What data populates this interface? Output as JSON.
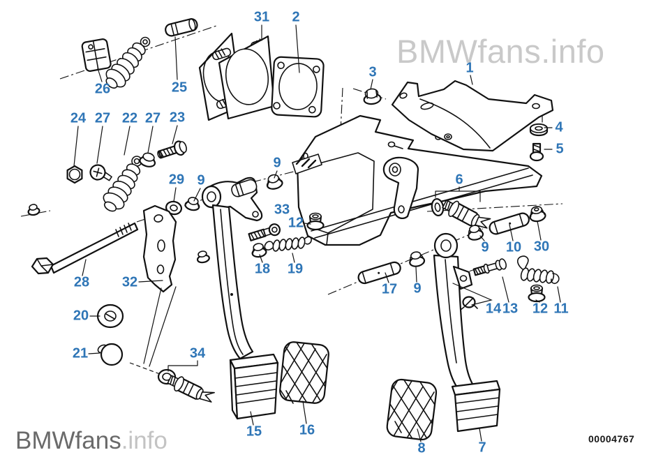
{
  "diagram": {
    "watermark_text": "BMWfans.info",
    "logo_text": "BMWfans",
    "logo_suffix": ".info",
    "image_code": "00004767"
  },
  "colors": {
    "label_blue": "#2e75b6",
    "watermark_gray": "#c9c9c9",
    "logo_dark_gray": "#6a6a6a",
    "logo_light_gray": "#c3c3c3",
    "line_color": "#111111",
    "background": "#ffffff"
  },
  "labels": [
    {
      "id": "31",
      "text": "31"
    },
    {
      "id": "2",
      "text": "2"
    },
    {
      "id": "1",
      "text": "1"
    },
    {
      "id": "3",
      "text": "3"
    },
    {
      "id": "26",
      "text": "26"
    },
    {
      "id": "25",
      "text": "25"
    },
    {
      "id": "24",
      "text": "24"
    },
    {
      "id": "27-left",
      "text": "27"
    },
    {
      "id": "22",
      "text": "22"
    },
    {
      "id": "27-right",
      "text": "27"
    },
    {
      "id": "23",
      "text": "23"
    },
    {
      "id": "4",
      "text": "4"
    },
    {
      "id": "5",
      "text": "5"
    },
    {
      "id": "9-clutch-boss",
      "text": "9"
    },
    {
      "id": "29",
      "text": "29"
    },
    {
      "id": "9-washer",
      "text": "9"
    },
    {
      "id": "6",
      "text": "6"
    },
    {
      "id": "33",
      "text": "33"
    },
    {
      "id": "12-left",
      "text": "12"
    },
    {
      "id": "9-brake-right",
      "text": "9"
    },
    {
      "id": "10",
      "text": "10"
    },
    {
      "id": "30",
      "text": "30"
    },
    {
      "id": "18",
      "text": "18"
    },
    {
      "id": "19",
      "text": "19"
    },
    {
      "id": "28",
      "text": "28"
    },
    {
      "id": "32",
      "text": "32"
    },
    {
      "id": "17",
      "text": "17"
    },
    {
      "id": "9-brake-left",
      "text": "9"
    },
    {
      "id": "14",
      "text": "14"
    },
    {
      "id": "13",
      "text": "13"
    },
    {
      "id": "12-right",
      "text": "12"
    },
    {
      "id": "11",
      "text": "11"
    },
    {
      "id": "20",
      "text": "20"
    },
    {
      "id": "21",
      "text": "21"
    },
    {
      "id": "34",
      "text": "34"
    },
    {
      "id": "15",
      "text": "15"
    },
    {
      "id": "16",
      "text": "16"
    },
    {
      "id": "8",
      "text": "8"
    },
    {
      "id": "7",
      "text": "7"
    }
  ]
}
